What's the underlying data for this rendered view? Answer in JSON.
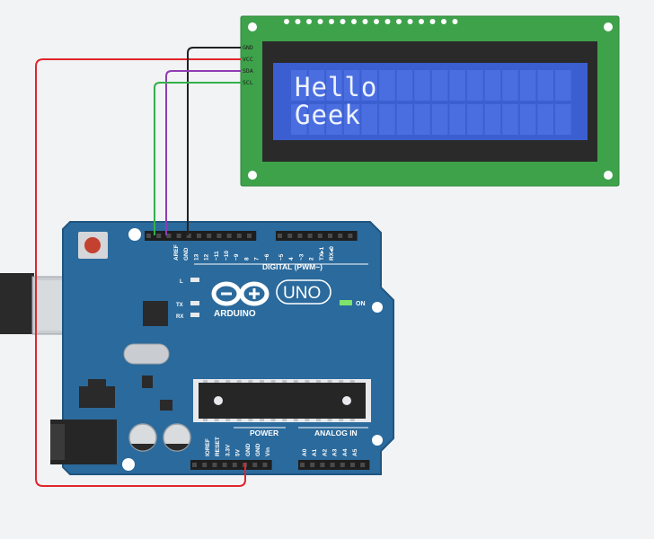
{
  "lcd": {
    "line1": "Hello",
    "line2": "Geek",
    "pins": [
      "GND",
      "VCC",
      "SDA",
      "SCL"
    ]
  },
  "board": {
    "brand": "ARDUINO",
    "model": "UNO",
    "on_label": "ON",
    "l_label": "L",
    "tx_label": "TX",
    "rx_label": "RX",
    "digital_label": "DIGITAL (PWM~)",
    "power_label": "POWER",
    "analog_label": "ANALOG IN",
    "digital_pins": [
      "AREF",
      "GND",
      "13",
      "12",
      "~11",
      "~10",
      "~9",
      "8",
      "7",
      "~6",
      "~5",
      "4",
      "~3",
      "2",
      "TX▸1",
      "RX◂0"
    ],
    "power_pins": [
      "IOREF",
      "RESET",
      "3.3V",
      "5V",
      "GND",
      "GND",
      "Vin"
    ],
    "analog_pins": [
      "A0",
      "A1",
      "A2",
      "A3",
      "A4",
      "A5"
    ]
  },
  "colors": {
    "board": "#2b6a9c",
    "board_edge": "#1f5580",
    "lcd_pcb": "#3ea24a",
    "lcd_screen": "#3b5fd0",
    "wire_vcc": "#e0252b",
    "wire_gnd": "#222222",
    "wire_sda": "#8f3cb3",
    "wire_scl": "#33b04a"
  }
}
